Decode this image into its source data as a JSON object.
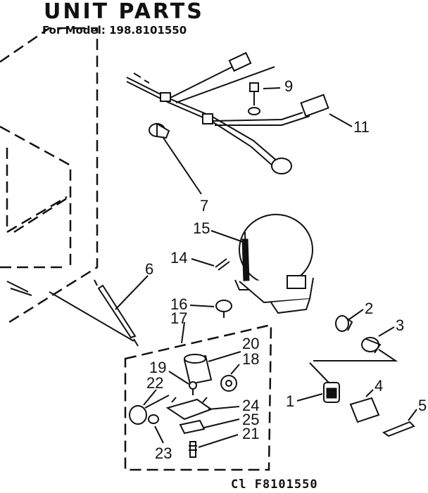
{
  "title": "UNIT PARTS",
  "subtitle": "For Model: 198.8101550",
  "drawing_code": "Cl F8101550",
  "callouts": {
    "n1": "1",
    "n2": "2",
    "n3": "3",
    "n4": "4",
    "n5": "5",
    "n6": "6",
    "n7": "7",
    "n9": "9",
    "n11": "11",
    "n14": "14",
    "n15": "15",
    "n16": "16",
    "n17": "17",
    "n18": "18",
    "n19": "19",
    "n20": "20",
    "n21": "21",
    "n22": "22",
    "n23": "23",
    "n24": "24",
    "n25": "25"
  }
}
